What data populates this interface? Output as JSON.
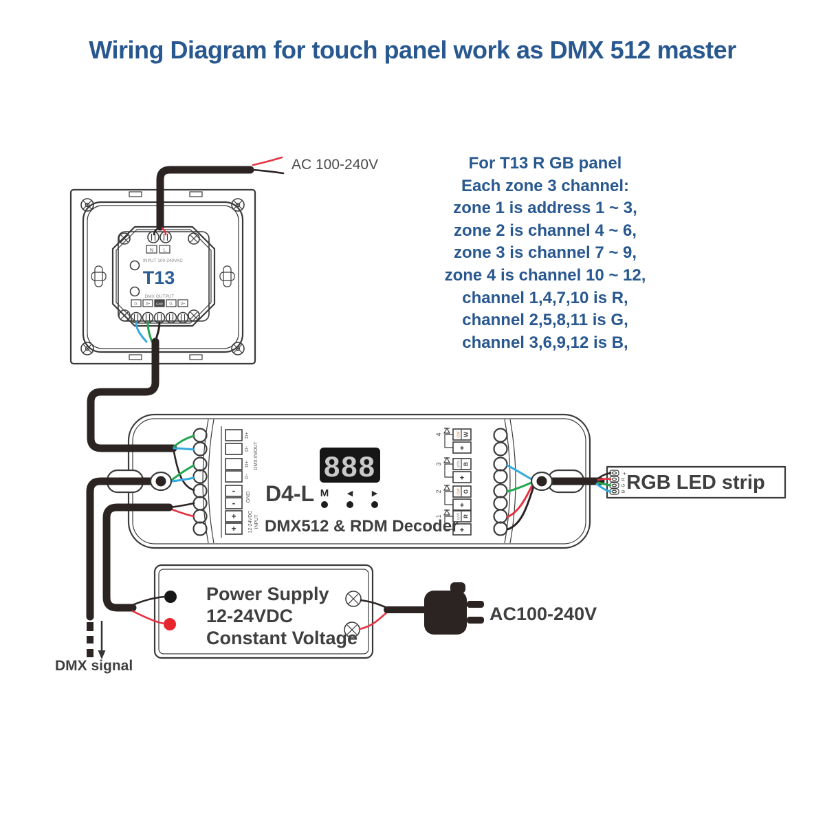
{
  "title": "Wiring Diagram for touch panel work as DMX 512 master",
  "notes": {
    "lines": [
      "For T13 R GB panel",
      "Each zone 3 channel:",
      "zone 1 is address 1 ~ 3,",
      "zone 2 is channel 4 ~ 6,",
      "zone 3 is channel 7 ~ 9,",
      "zone 4 is channel 10 ~ 12,",
      "channel 1,4,7,10 is R,",
      "channel 2,5,8,11 is G,",
      "channel 3,6,9,12 is B,"
    ]
  },
  "panel": {
    "model": "T13",
    "terminal_n": "N",
    "terminal_l": "L",
    "input_label": "INPUT 100-240VAC",
    "output_label": "DMX OUTPUT",
    "output_terminals": [
      "D-",
      "D+",
      "GND",
      "D-",
      "D+"
    ],
    "ac_label": "AC 100-240V"
  },
  "decoder": {
    "model": "D4-L",
    "name": "DMX512 & RDM Decoder",
    "display": "888",
    "btn_m": "M",
    "btn_left": "◀",
    "btn_right": "▶",
    "dmx_terminals": [
      "D+",
      "D-",
      "D+",
      "D-"
    ],
    "gnd_label": "GND",
    "dmx_group_label": "DMX IN/OUT",
    "input_group_label_1": "12-24VDC",
    "input_group_label_2": "INPUT",
    "minus": "-",
    "plus": "+",
    "channels": [
      {
        "num": "4",
        "type": "CW",
        "ch": "W"
      },
      {
        "num": "3",
        "type": "WW",
        "ch": "B"
      },
      {
        "num": "2",
        "type": "CW",
        "ch": "G"
      },
      {
        "num": "1",
        "type": "WW",
        "ch": "R"
      }
    ]
  },
  "strip": {
    "label": "RGB LED strip",
    "pins": [
      "+",
      "R",
      "G",
      "B"
    ]
  },
  "psu": {
    "line1": "Power Supply",
    "line2": "12-24VDC",
    "line3": "Constant Voltage",
    "plug_label": "AC100-240V"
  },
  "dmx_signal": "DMX signal",
  "colors": {
    "heading_blue": "#28588f",
    "wire_red": "#e63240",
    "wire_green": "#23a650",
    "wire_blue": "#35aadf",
    "cable_black": "#2b2423"
  }
}
